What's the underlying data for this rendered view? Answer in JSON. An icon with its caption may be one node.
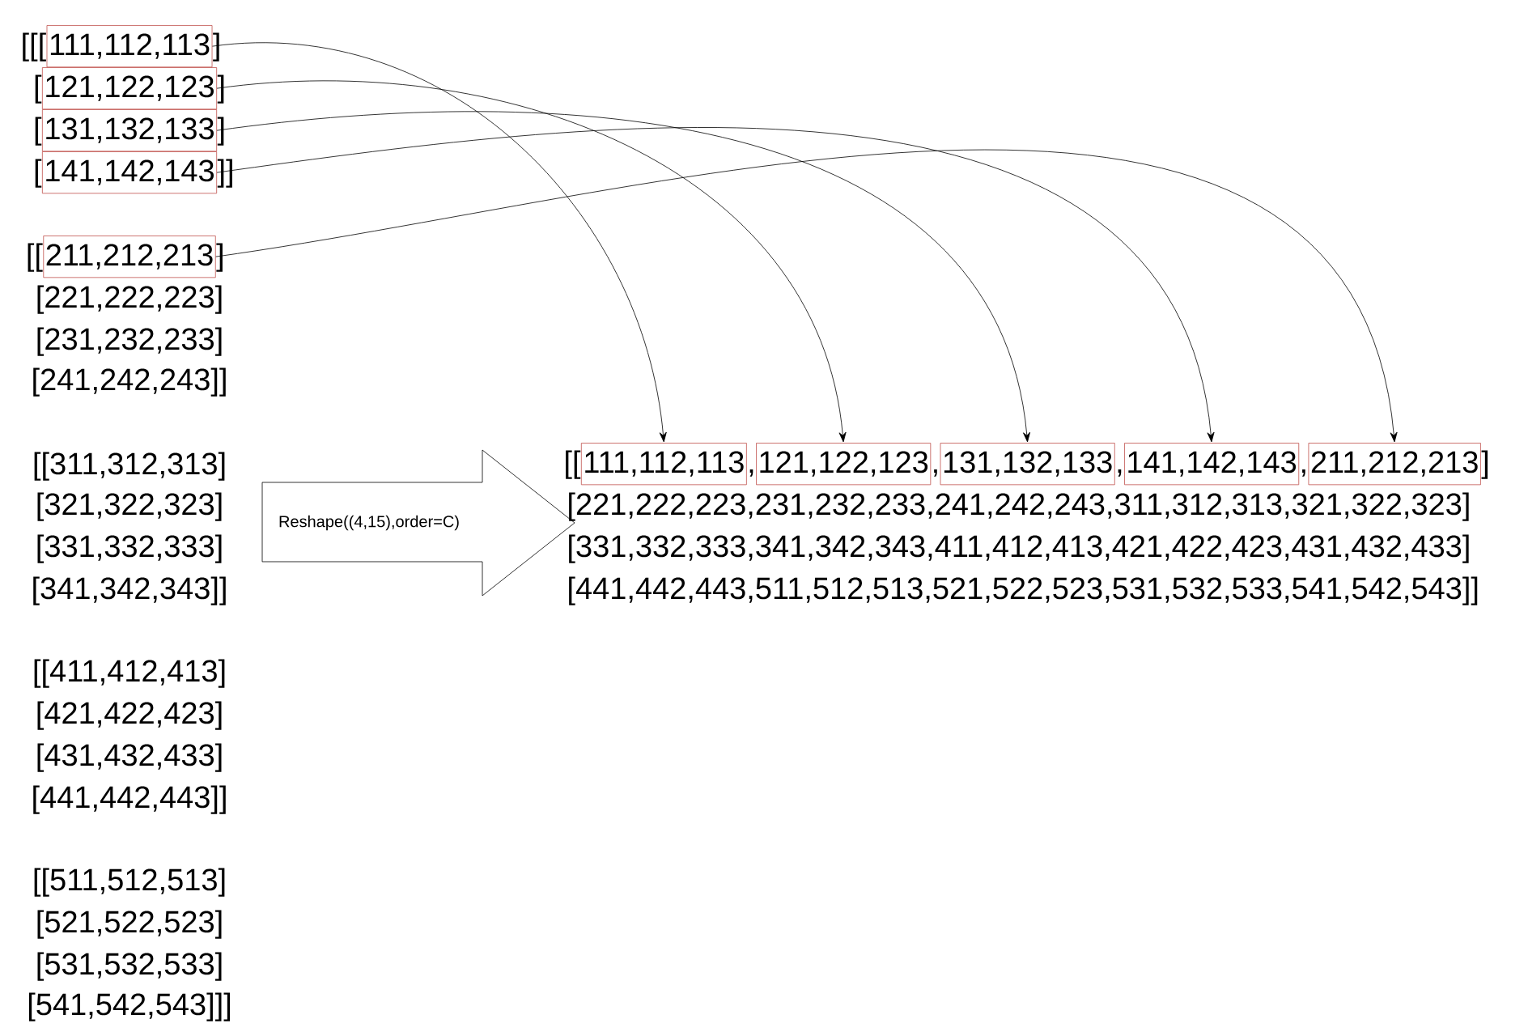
{
  "diagram": {
    "nodes": [
      {
        "text": [
          "111,112,113"
        ]
      },
      {
        "text": [
          "121,122,123"
        ]
      },
      {
        "text": [
          "131,132,133"
        ]
      },
      {
        "text": [
          "141,142,143"
        ]
      },
      {
        "text": [
          "211,212,213"
        ]
      },
      {
        "text": [
          "Reshape((4,15),order=C)"
        ]
      },
      {
        "text": [
          "111,112,113"
        ]
      },
      {
        "text": [
          "121,122,123"
        ]
      },
      {
        "text": [
          "131,132,133"
        ]
      },
      {
        "text": [
          "141,142,143"
        ]
      },
      {
        "text": [
          "211,212,213"
        ]
      }
    ],
    "edges": [
      {
        "from": 0,
        "to": 6,
        "arrow": "to"
      },
      {
        "from": 1,
        "to": 7,
        "arrow": "to"
      },
      {
        "from": 2,
        "to": 8,
        "arrow": "to"
      },
      {
        "from": 3,
        "to": 9,
        "arrow": "to"
      },
      {
        "from": 4,
        "to": 10,
        "arrow": "to"
      }
    ],
    "labels": [
      "[[[",
      "]",
      "[",
      "]",
      "[",
      "]",
      "[",
      "]]",
      "[[",
      "]",
      "[221,222,223]",
      "[231,232,233]",
      "[241,242,243]]",
      "[[311,312,313]",
      "[321,322,323]",
      "[331,332,333]",
      "[341,342,343]]",
      "[[411,412,413]",
      "[421,422,423]",
      "[431,432,433]",
      "[441,442,443]]",
      "[[511,512,513]",
      "[521,522,523]",
      "[531,532,533]",
      "[541,542,543]]]",
      "[[",
      ",",
      ",",
      ",",
      ",",
      "]",
      "[221,222,223,231,232,233,241,242,243,311,312,313,321,322,323]",
      "[331,332,333,341,342,343,411,412,413,421,422,423,431,432,433]",
      "[441,442,443,511,512,513,521,522,523,531,532,533,541,542,543]]"
    ]
  }
}
